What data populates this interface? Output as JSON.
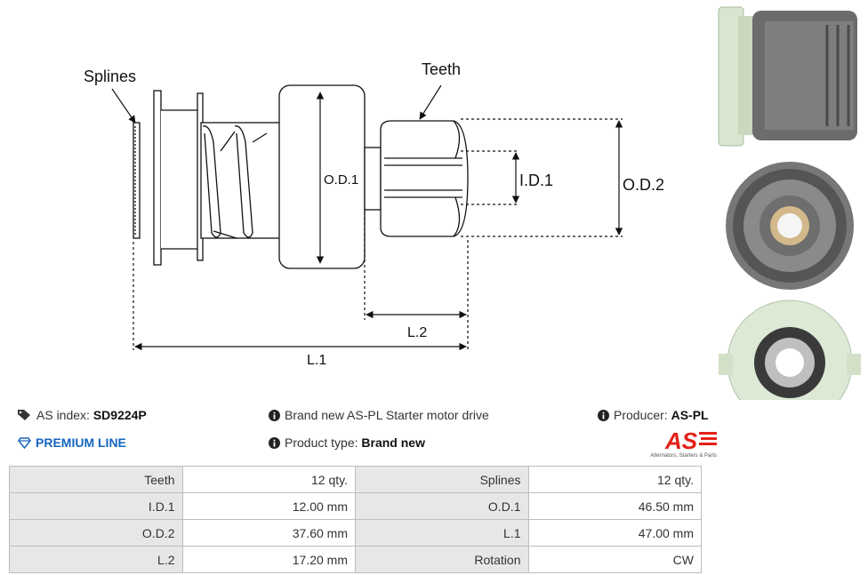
{
  "diagram": {
    "labels": {
      "splines": "Splines",
      "teeth": "Teeth",
      "od1": "O.D.1",
      "id1": "I.D.1",
      "od2": "O.D.2",
      "l2": "L.2",
      "l1": "L.1"
    }
  },
  "info": {
    "as_index_label": "AS index:",
    "as_index_value": "SD9224P",
    "premium_line": "PREMIUM LINE",
    "description": "Brand new AS-PL Starter motor drive",
    "product_type_label": "Product type:",
    "product_type_value": "Brand new",
    "producer_label": "Producer:",
    "producer_value": "AS-PL"
  },
  "logo": {
    "text": "AS",
    "tagline": "Alternators, Starters & Parts"
  },
  "specs": [
    {
      "label1": "Teeth",
      "value1": "12 qty.",
      "label2": "Splines",
      "value2": "12 qty."
    },
    {
      "label1": "I.D.1",
      "value1": "12.00 mm",
      "label2": "O.D.1",
      "value2": "46.50 mm"
    },
    {
      "label1": "O.D.2",
      "value1": "37.60 mm",
      "label2": "L.1",
      "value2": "47.00 mm"
    },
    {
      "label1": "L.2",
      "value1": "17.20 mm",
      "label2": "Rotation",
      "value2": "CW"
    }
  ],
  "colors": {
    "brand_red": "#e32119",
    "premium_blue": "#1565c0",
    "table_label_bg": "#e7e7e7"
  }
}
